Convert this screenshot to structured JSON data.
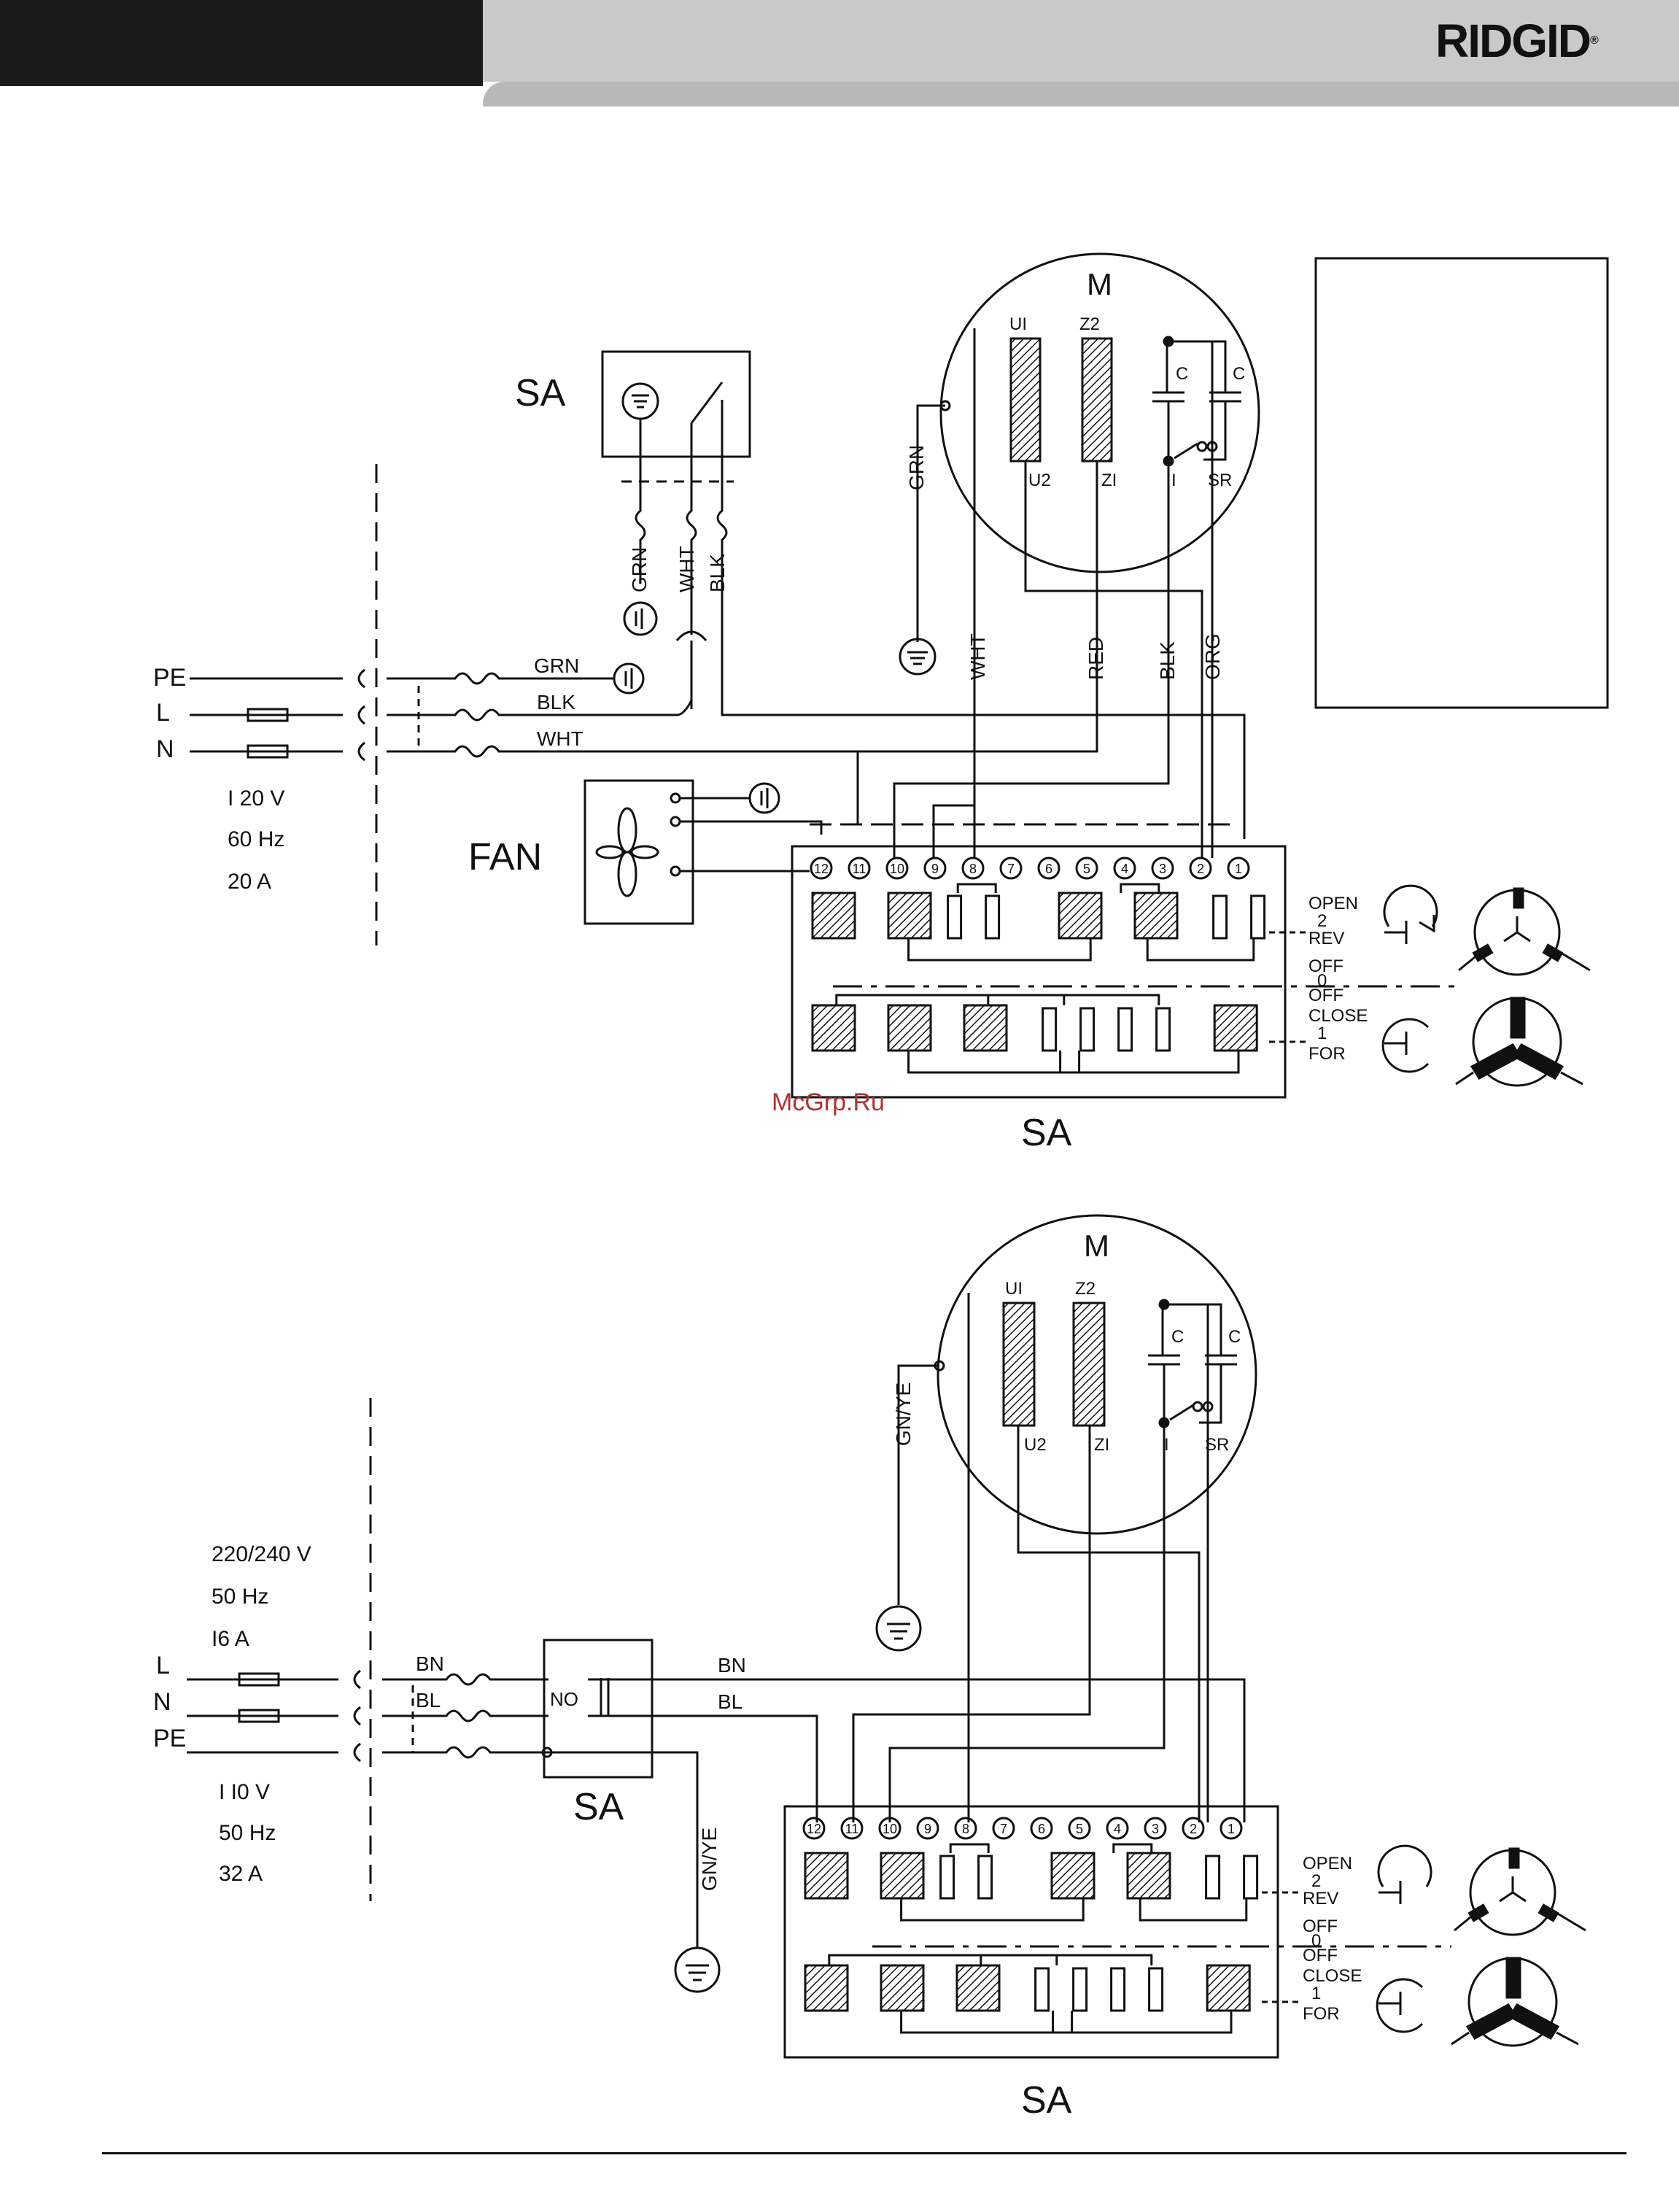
{
  "brand": {
    "logo_text": "RIDGID",
    "logo_mark": "®"
  },
  "watermark": "McGrp.Ru",
  "diagram_top": {
    "switch_label": "SA",
    "motor_label": "M",
    "winding_labels": [
      "UI",
      "Z2",
      "U2",
      "ZI",
      "I",
      "SR"
    ],
    "capacitor_label": "C",
    "wire_labels": {
      "grn": "GRN",
      "wht": "WHT",
      "blk": "BLK",
      "red": "RED",
      "org": "ORG"
    },
    "line_labels": [
      "PE",
      "L",
      "N"
    ],
    "supply_specs": [
      "I 20 V",
      "60 Hz",
      "20 A"
    ],
    "fan_label": "FAN",
    "terminals": [
      "12",
      "11",
      "10",
      "9",
      "8",
      "7",
      "6",
      "5",
      "4",
      "3",
      "2",
      "1"
    ],
    "positions": {
      "open": "OPEN",
      "two": "2",
      "rev": "REV",
      "off1": "OFF",
      "zero": "0",
      "off2": "OFF",
      "close": "CLOSE",
      "one": "1",
      "for": "FOR"
    },
    "block_label": "SA"
  },
  "diagram_bottom": {
    "motor_label": "M",
    "winding_labels": [
      "UI",
      "Z2",
      "U2",
      "ZI",
      "I",
      "SR"
    ],
    "capacitor_label": "C",
    "ground_label": "GN/YE",
    "supply_specs_a": [
      "220/240 V",
      "50 Hz",
      "I6 A"
    ],
    "supply_specs_b": [
      "I I0 V",
      "50 Hz",
      "32 A"
    ],
    "line_labels": [
      "L",
      "N",
      "PE"
    ],
    "wire_labels": {
      "bn": "BN",
      "bl": "BL"
    },
    "switch_label": "SA",
    "switch_contact": "NO",
    "terminals": [
      "12",
      "11",
      "10",
      "9",
      "8",
      "7",
      "6",
      "5",
      "4",
      "3",
      "2",
      "1"
    ],
    "positions": {
      "open": "OPEN",
      "two": "2",
      "rev": "REV",
      "off1": "OFF",
      "zero": "0",
      "off2": "OFF",
      "close": "CLOSE",
      "one": "1",
      "for": "FOR"
    },
    "block_label": "SA"
  }
}
